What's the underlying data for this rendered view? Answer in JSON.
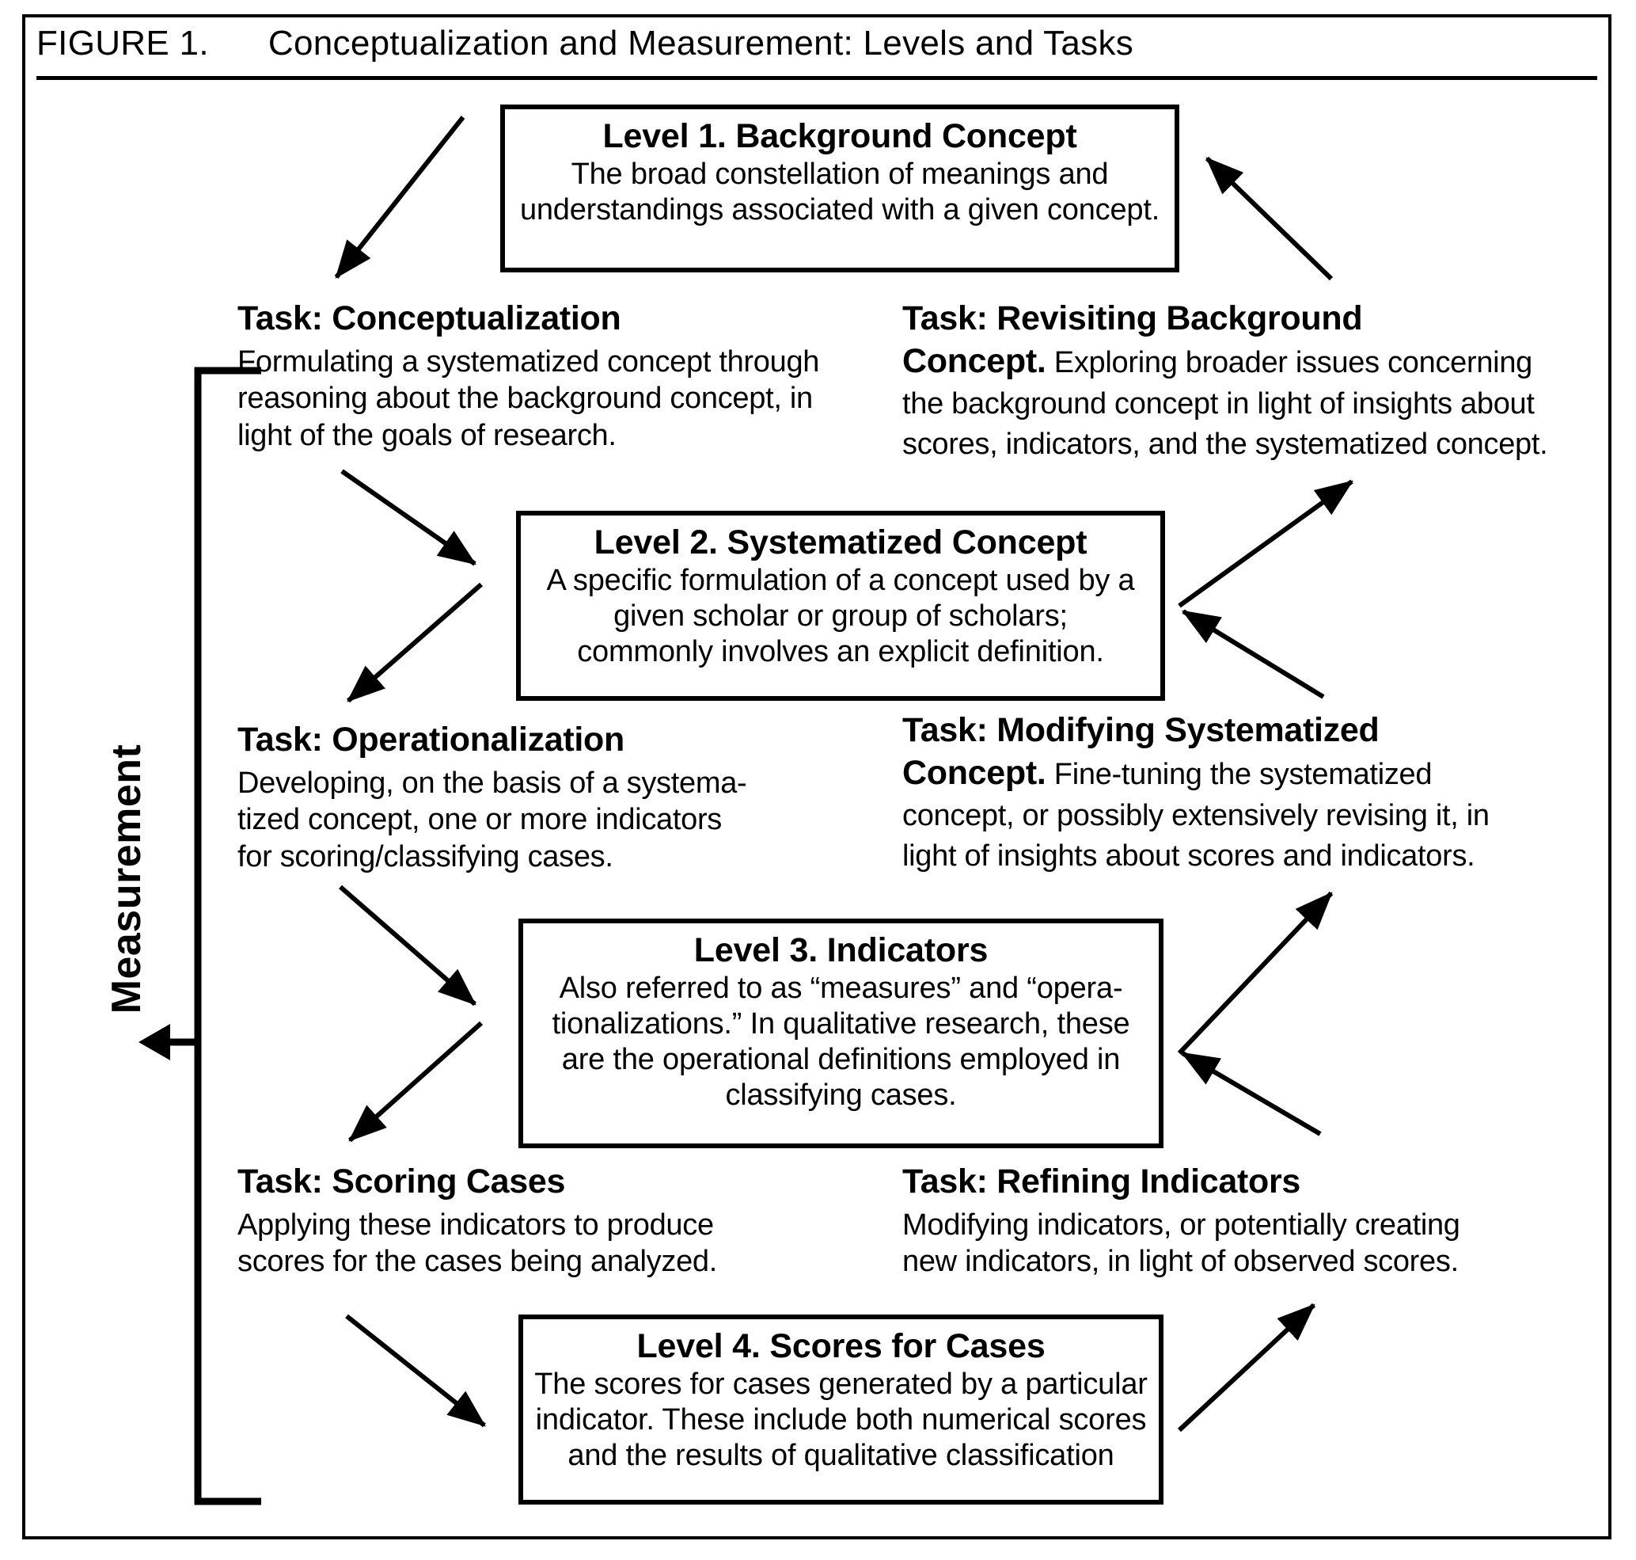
{
  "figure": {
    "label": "FIGURE 1.",
    "title": "Conceptualization and Measurement: Levels and Tasks",
    "side_label": "Measurement",
    "ink_color": "#000000",
    "background_color": "#FFFFFF"
  },
  "levels": [
    {
      "id": "level-1",
      "title": "Level 1. Background Concept",
      "body_lines": [
        "The broad constellation of meanings and",
        "understandings associated with a given concept."
      ]
    },
    {
      "id": "level-2",
      "title": "Level 2. Systematized Concept",
      "body_lines": [
        "A specific formulation of a concept used by a",
        "given scholar or group of scholars;",
        "commonly involves an explicit definition."
      ]
    },
    {
      "id": "level-3",
      "title": "Level 3. Indicators",
      "body_lines": [
        "Also referred to as “measures” and “opera-",
        "tionalizations.” In qualitative research, these",
        "are the operational definitions employed in",
        "classifying cases."
      ]
    },
    {
      "id": "level-4",
      "title": "Level 4. Scores for Cases",
      "body_lines": [
        "The scores for cases generated by a particular",
        "indicator. These include both numerical scores",
        "and the results of qualitative classification"
      ]
    }
  ],
  "tasks": {
    "conceptualization": {
      "head": "Task: Conceptualization",
      "body_lines": [
        "Formulating a systematized concept through",
        "reasoning about the background concept, in",
        "light of the goals of research."
      ]
    },
    "revisiting_background_concept": {
      "head_line_1": "Task: Revisiting Background",
      "head_line_2_bold": "Concept.",
      "head_line_2_rest": " Exploring broader issues concerning",
      "body_lines": [
        "the background concept in light of insights about",
        "scores, indicators, and the systematized concept."
      ]
    },
    "operationalization": {
      "head": "Task: Operationalization",
      "body_lines": [
        "Developing, on the basis of a systema-",
        "tized concept, one or more indicators",
        "for scoring/classifying cases."
      ]
    },
    "modifying_systematized_concept": {
      "head_line_1": "Task: Modifying Systematized",
      "head_line_2_bold": "Concept.",
      "head_line_2_rest": " Fine-tuning the systematized",
      "body_lines": [
        "concept, or possibly extensively revising it, in",
        "light of insights about scores and indicators."
      ]
    },
    "scoring_cases": {
      "head": "Task: Scoring Cases",
      "body_lines": [
        "Applying these indicators to produce",
        "scores for the cases being analyzed."
      ]
    },
    "refining_indicators": {
      "head": "Task: Refining Indicators",
      "body_lines": [
        "Modifying indicators, or potentially creating",
        "new indicators, in light of observed scores."
      ]
    }
  },
  "flow": {
    "downward_arrow_names": [
      "level1-to-conceptualization",
      "conceptualization-to-level2",
      "level2-to-operationalization",
      "operationalization-to-level3",
      "level3-to-scoring-cases",
      "scoring-cases-to-level4"
    ],
    "upward_arrow_names": [
      "level4-to-refining-indicators",
      "refining-indicators-to-level3",
      "level3-to-modifying-systematized-concept",
      "modifying-systematized-concept-to-level2",
      "level2-to-revisiting-background-concept",
      "revisiting-background-concept-to-level1"
    ],
    "bracket_name": "measurement-bracket"
  }
}
